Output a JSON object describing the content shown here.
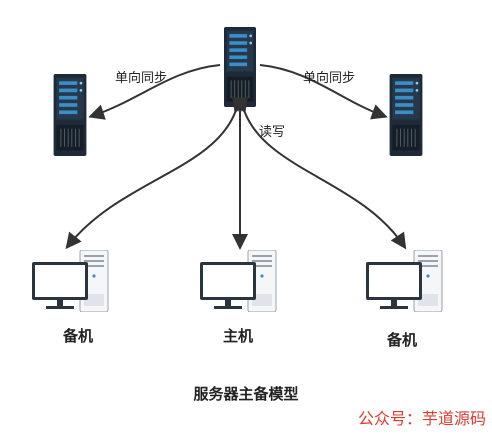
{
  "edges": {
    "sync_left": "单向同步",
    "sync_right": "单向同步",
    "read_write": "读写"
  },
  "nodes": {
    "pc_left": "备机",
    "pc_center": "主机",
    "pc_right": "备机"
  },
  "title": "服务器主备模型",
  "watermark": "公众号：芋道源码",
  "colors": {
    "server_body": "#1e2a37",
    "server_panel": "#2d7fb8",
    "arrow": "#333333",
    "monitor_screen": "#ffffff",
    "watermark": "#e03a2f"
  }
}
